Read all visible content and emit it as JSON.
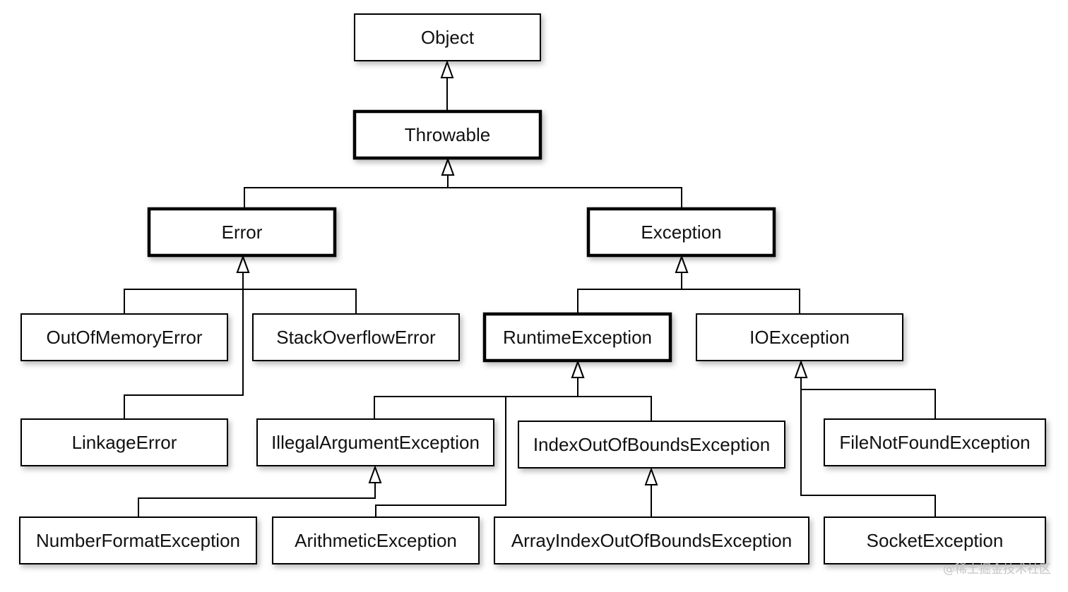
{
  "nodes": [
    {
      "id": "object",
      "label": "Object",
      "emphasis": "normal"
    },
    {
      "id": "throwable",
      "label": "Throwable",
      "emphasis": "bold"
    },
    {
      "id": "error",
      "label": "Error",
      "emphasis": "bold"
    },
    {
      "id": "exception",
      "label": "Exception",
      "emphasis": "bold"
    },
    {
      "id": "out-of-memory-error",
      "label": "OutOfMemoryError",
      "emphasis": "normal"
    },
    {
      "id": "stack-overflow-error",
      "label": "StackOverflowError",
      "emphasis": "normal"
    },
    {
      "id": "runtime-exception",
      "label": "RuntimeException",
      "emphasis": "bold"
    },
    {
      "id": "io-exception",
      "label": "IOException",
      "emphasis": "normal"
    },
    {
      "id": "linkage-error",
      "label": "LinkageError",
      "emphasis": "normal"
    },
    {
      "id": "illegal-argument-exception",
      "label": "IllegalArgumentException",
      "emphasis": "normal"
    },
    {
      "id": "index-out-of-bounds-exception",
      "label": "IndexOutOfBoundsException",
      "emphasis": "normal"
    },
    {
      "id": "file-not-found-exception",
      "label": "FileNotFoundException",
      "emphasis": "normal"
    },
    {
      "id": "number-format-exception",
      "label": "NumberFormatException",
      "emphasis": "normal"
    },
    {
      "id": "arithmetic-exception",
      "label": "ArithmeticException",
      "emphasis": "normal"
    },
    {
      "id": "array-index-out-of-bounds-exception",
      "label": "ArrayIndexOutOfBoundsException",
      "emphasis": "normal"
    },
    {
      "id": "socket-exception",
      "label": "SocketException",
      "emphasis": "normal"
    }
  ],
  "edges": [
    {
      "from": "throwable",
      "to": "object"
    },
    {
      "from": "error",
      "to": "throwable"
    },
    {
      "from": "exception",
      "to": "throwable"
    },
    {
      "from": "out-of-memory-error",
      "to": "error"
    },
    {
      "from": "stack-overflow-error",
      "to": "error"
    },
    {
      "from": "linkage-error",
      "to": "error"
    },
    {
      "from": "runtime-exception",
      "to": "exception"
    },
    {
      "from": "io-exception",
      "to": "exception"
    },
    {
      "from": "illegal-argument-exception",
      "to": "runtime-exception"
    },
    {
      "from": "index-out-of-bounds-exception",
      "to": "runtime-exception"
    },
    {
      "from": "arithmetic-exception",
      "to": "runtime-exception"
    },
    {
      "from": "number-format-exception",
      "to": "illegal-argument-exception"
    },
    {
      "from": "array-index-out-of-bounds-exception",
      "to": "index-out-of-bounds-exception"
    },
    {
      "from": "file-not-found-exception",
      "to": "io-exception"
    },
    {
      "from": "socket-exception",
      "to": "io-exception"
    }
  ],
  "watermark": "@稀土掘金技术社区"
}
